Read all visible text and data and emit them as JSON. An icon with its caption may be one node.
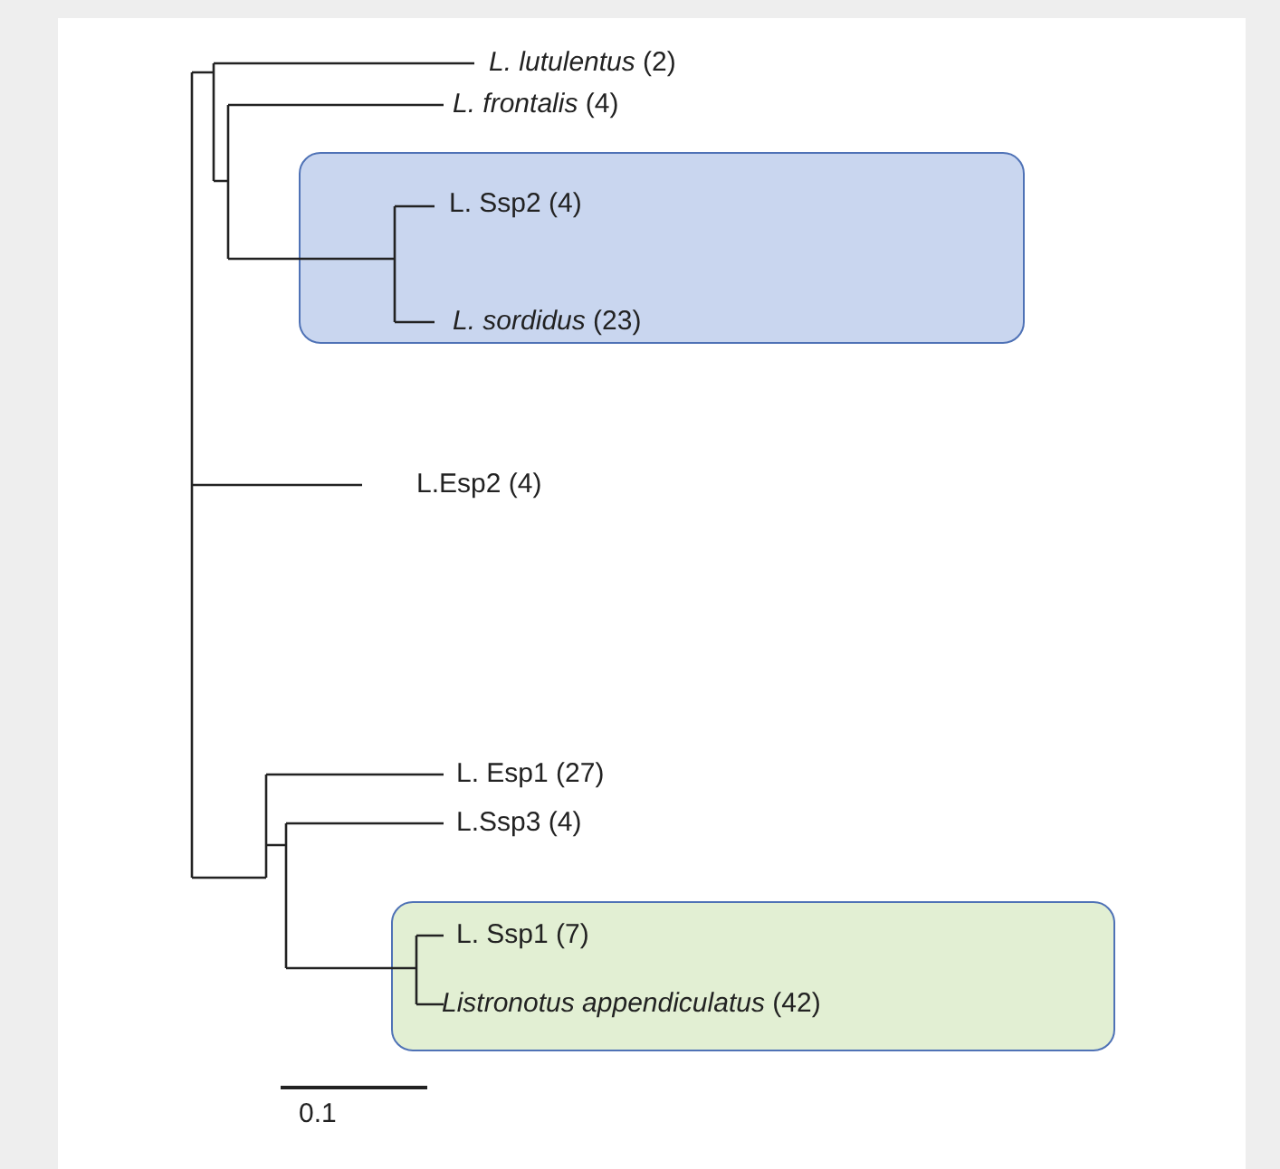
{
  "diagram": {
    "nodes": [
      {
        "text": [
          "*L. lutulentus* (2)"
        ]
      },
      {
        "text": [
          "*L. frontalis* (4)"
        ]
      },
      {
        "text": [],
        "shape": "box"
      },
      {
        "text": [
          "L. Ssp2 (4)"
        ],
        "in": 2
      },
      {
        "text": [
          "*L. sordidus* (23)"
        ],
        "in": 2
      },
      {
        "text": [
          "L.Esp2 (4)"
        ]
      },
      {
        "text": [
          "L. Esp1 (27)"
        ]
      },
      {
        "text": [
          "L.Ssp3 (4)"
        ]
      },
      {
        "text": [],
        "shape": "box"
      },
      {
        "text": [
          "L. Ssp1 (7)"
        ],
        "in": 8
      },
      {
        "text": [
          "*Listronotus appendiculatus* (42)"
        ],
        "in": 8
      }
    ],
    "labels": [
      "0.1"
    ]
  }
}
